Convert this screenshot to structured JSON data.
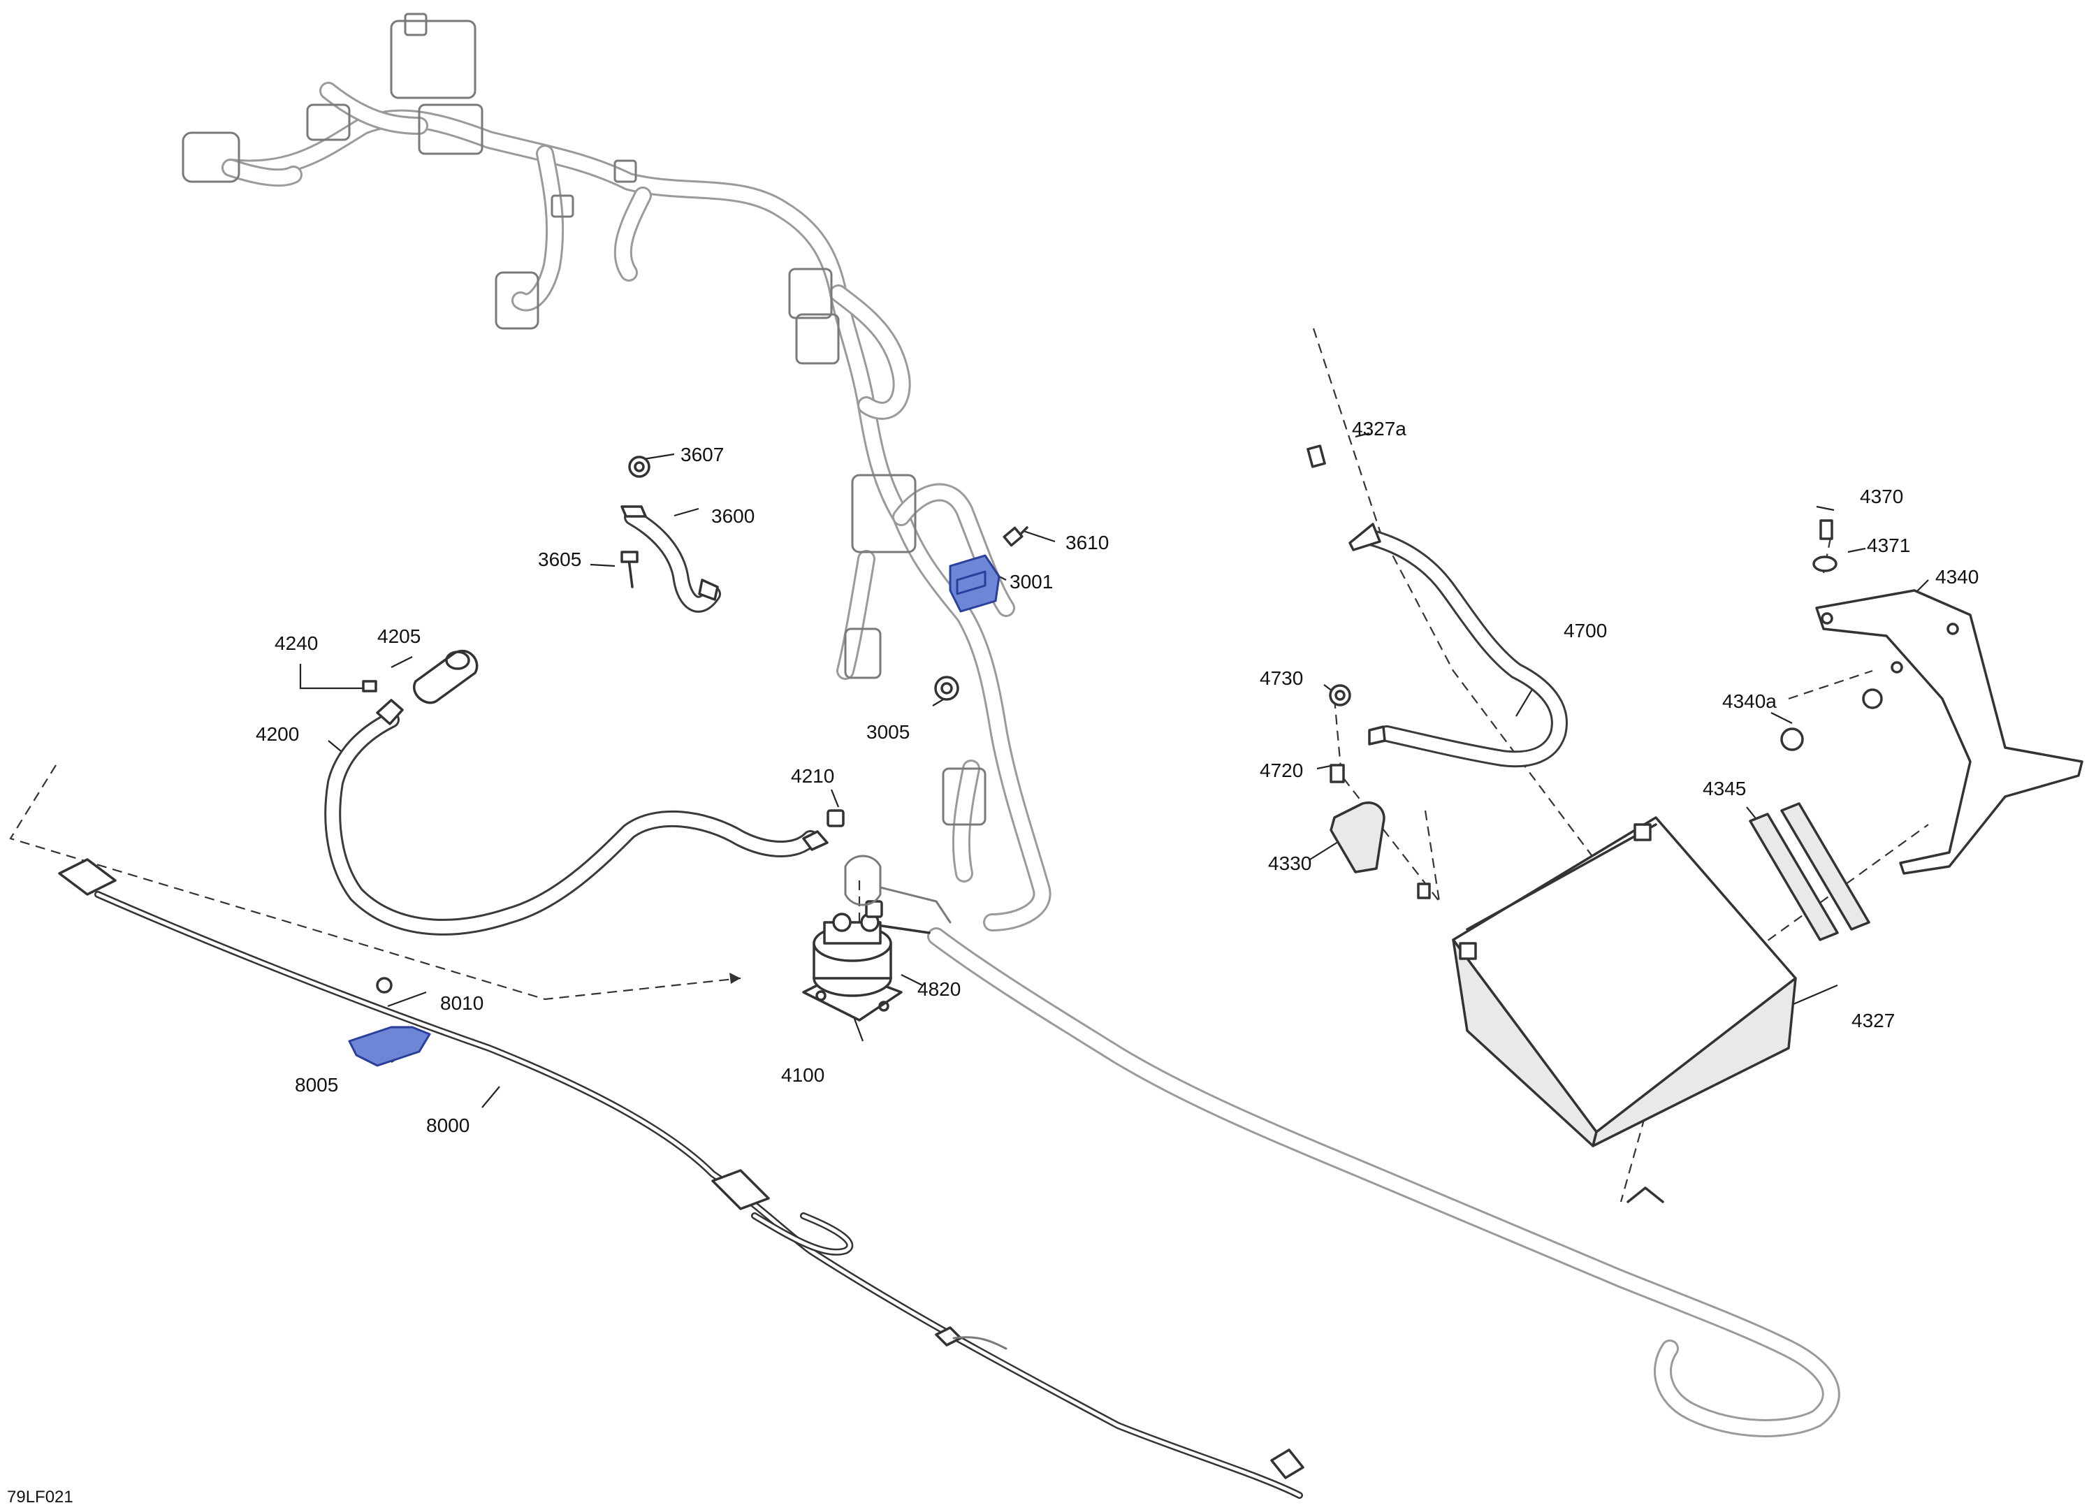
{
  "diagram": {
    "figure_code": "79LF021",
    "callouts": [
      {
        "id": "3607",
        "label": "3607"
      },
      {
        "id": "3600",
        "label": "3600"
      },
      {
        "id": "3605",
        "label": "3605"
      },
      {
        "id": "3610",
        "label": "3610"
      },
      {
        "id": "3001",
        "label": "3001"
      },
      {
        "id": "3005",
        "label": "3005"
      },
      {
        "id": "4240",
        "label": "4240"
      },
      {
        "id": "4205",
        "label": "4205"
      },
      {
        "id": "4200",
        "label": "4200"
      },
      {
        "id": "4210",
        "label": "4210"
      },
      {
        "id": "4820",
        "label": "4820"
      },
      {
        "id": "4100",
        "label": "4100"
      },
      {
        "id": "8010",
        "label": "8010"
      },
      {
        "id": "8005",
        "label": "8005"
      },
      {
        "id": "8000",
        "label": "8000"
      },
      {
        "id": "4327a",
        "label": "4327a"
      },
      {
        "id": "4700",
        "label": "4700"
      },
      {
        "id": "4730",
        "label": "4730"
      },
      {
        "id": "4720",
        "label": "4720"
      },
      {
        "id": "4330",
        "label": "4330"
      },
      {
        "id": "4327",
        "label": "4327"
      },
      {
        "id": "4370",
        "label": "4370"
      },
      {
        "id": "4371",
        "label": "4371"
      },
      {
        "id": "4340",
        "label": "4340"
      },
      {
        "id": "4340a",
        "label": "4340a"
      },
      {
        "id": "4345",
        "label": "4345"
      }
    ],
    "colors": {
      "highlight": "#6f86d6",
      "line": "#333333",
      "harness": "#9a9a9a"
    }
  }
}
